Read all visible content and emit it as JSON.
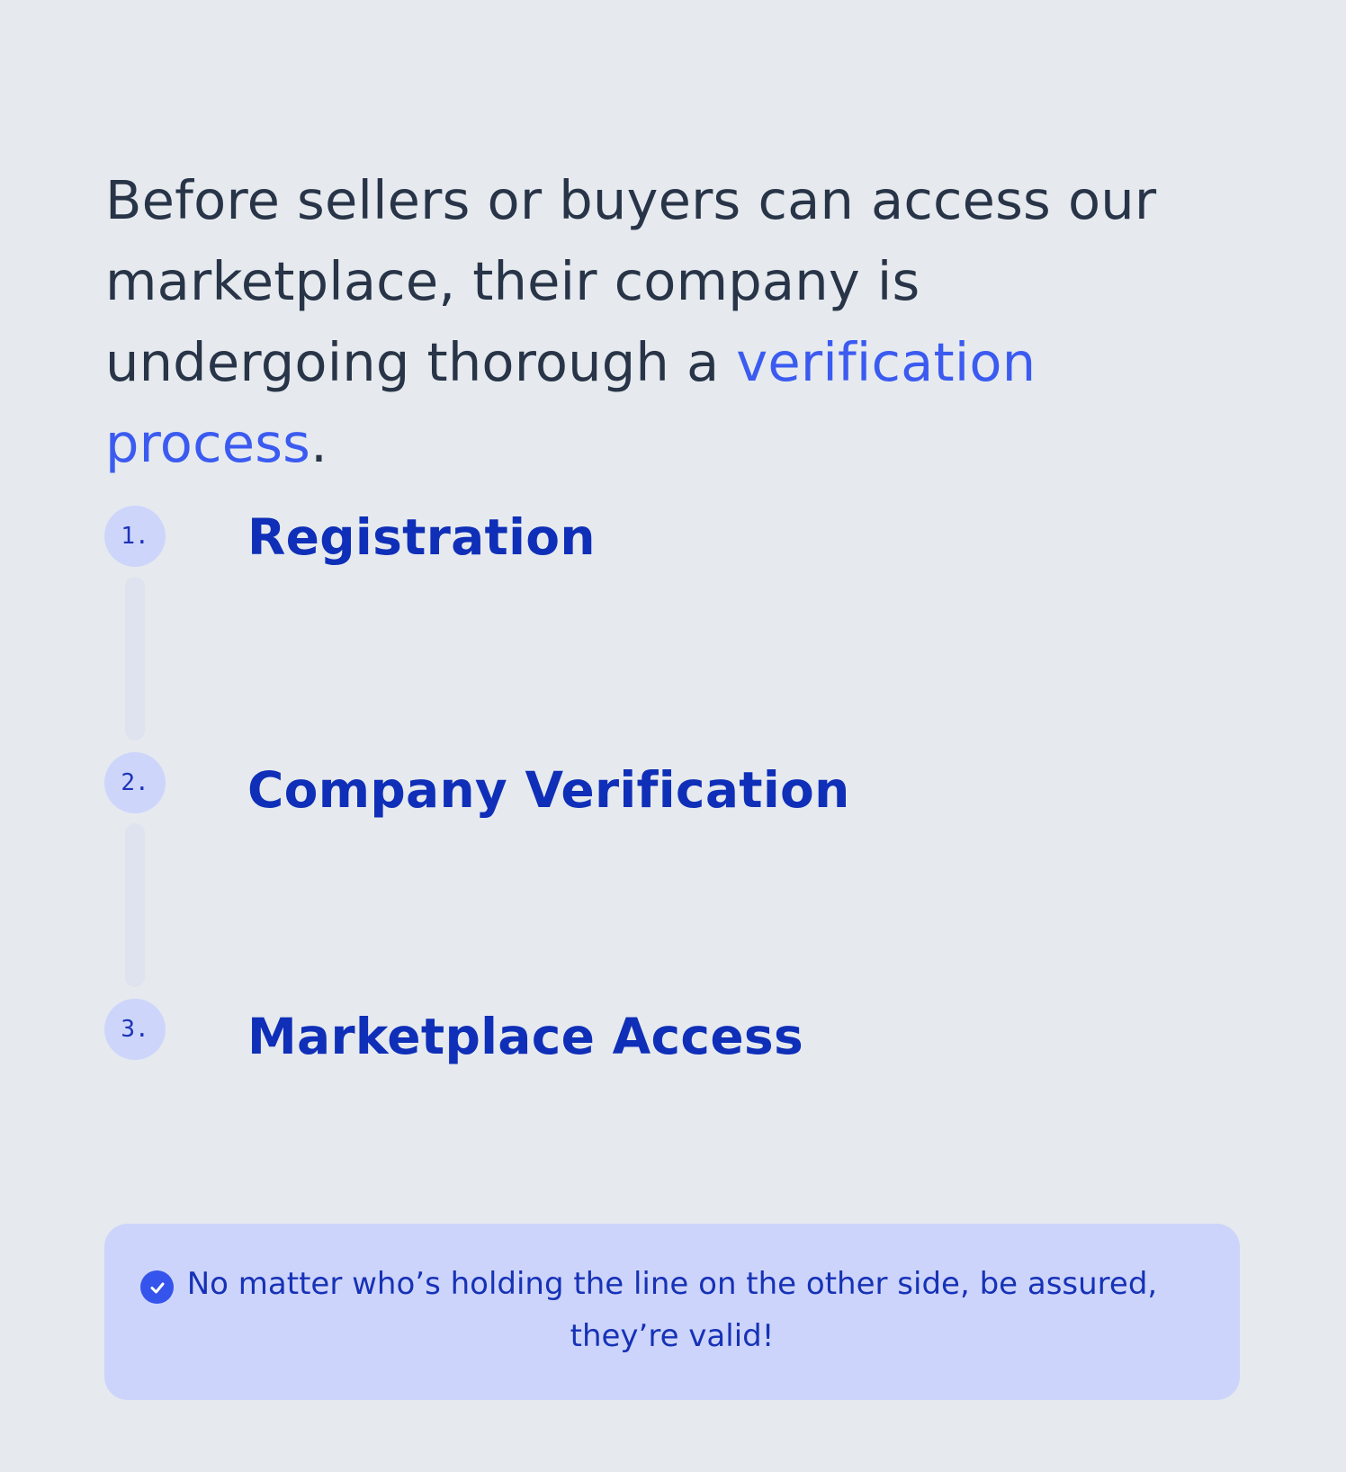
{
  "intro": {
    "text_before": "Before sellers or buyers can access our marketplace, their company is undergoing thorough a ",
    "link_text": "verification process",
    "text_after": "."
  },
  "steps": [
    {
      "number": "1.",
      "title": "Registration"
    },
    {
      "number": "2.",
      "title": "Company Verification"
    },
    {
      "number": "3.",
      "title": "Marketplace Access"
    }
  ],
  "notice": {
    "icon": "check-circle-icon",
    "text": "No matter who’s holding the line on the other side, be assured, they’re valid!"
  },
  "colors": {
    "background": "#e6eaee",
    "body_text": "#283447",
    "link": "#3b5bf0",
    "accent_dark": "#0f2fb8",
    "badge_bg": "#cdd5fb",
    "notice_bg": "#cdd4fb",
    "check_icon": "#3454ec"
  }
}
